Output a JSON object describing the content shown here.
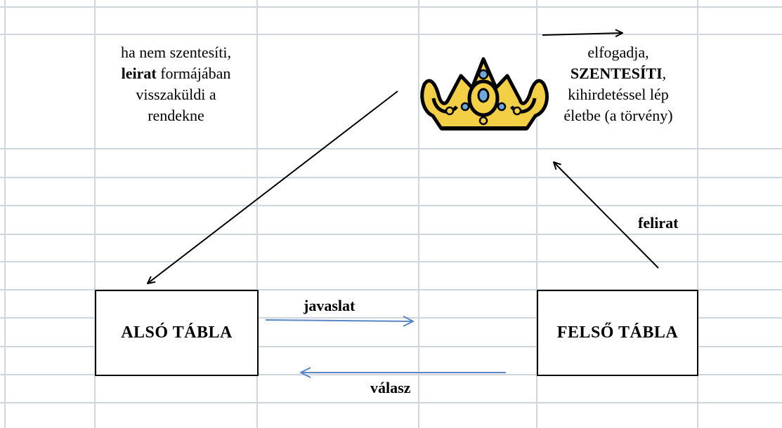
{
  "colors": {
    "grid": "#cfd6e0",
    "black_arrow": "#000000",
    "blue_arrow": "#5b86c5",
    "crown_gold": "#f3cf45",
    "crown_jewel": "#6fa7d8"
  },
  "left_text": {
    "line1": "ha nem szentesíti,",
    "line2_bold": "leirat",
    "line2_rest": " formájában",
    "line3": "visszaküldi a",
    "line4": "rendekne"
  },
  "right_text": {
    "line1": "elfogadja,",
    "line2_bold": "SZENTESÍTI",
    "line2_rest": ",",
    "line3": "kihirdetéssel lép",
    "line4": "életbe (a törvény)"
  },
  "lower_house": "ALSÓ TÁBLA",
  "upper_house": "FELSŐ TÁBLA",
  "label_javaslat": "javaslat",
  "label_valasz": "válasz",
  "label_felirat": "felirat",
  "icons": {
    "crown": "crown-icon"
  }
}
